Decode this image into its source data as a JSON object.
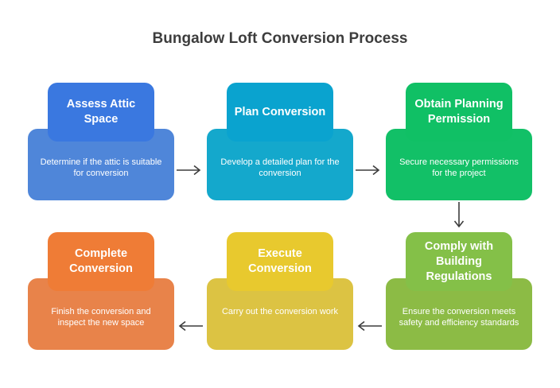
{
  "title": "Bungalow Loft Conversion Process",
  "steps": [
    {
      "heading": "Assess Attic Space",
      "description": "Determine if the attic is suitable for conversion",
      "card_color": "#4f86d9",
      "tab_color": "#3a78e0"
    },
    {
      "heading": "Plan Conversion",
      "description": "Develop a detailed plan for the conversion",
      "card_color": "#14a8cc",
      "tab_color": "#0aa3cf"
    },
    {
      "heading": "Obtain Planning Permission",
      "description": "Secure necessary permissions for the project",
      "card_color": "#12c067",
      "tab_color": "#10c065"
    },
    {
      "heading": "Comply with Building Regulations",
      "description": "Ensure the conversion meets safety and efficiency standards",
      "card_color": "#8cbb45",
      "tab_color": "#84c048"
    },
    {
      "heading": "Execute Conversion",
      "description": "Carry out the conversion work",
      "card_color": "#dcc343",
      "tab_color": "#e8c92e"
    },
    {
      "heading": "Complete Conversion",
      "description": "Finish the conversion and inspect the new space",
      "card_color": "#e8834a",
      "tab_color": "#ef7c36"
    }
  ],
  "arrow_color": "#3d3d3d"
}
